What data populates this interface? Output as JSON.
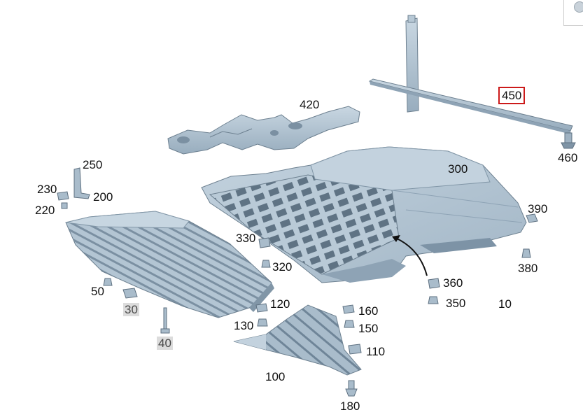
{
  "diagram": {
    "callouts": [
      {
        "id": "c450",
        "label": "450",
        "highlighted": true
      },
      {
        "id": "c460",
        "label": "460"
      },
      {
        "id": "c420",
        "label": "420"
      },
      {
        "id": "c300",
        "label": "300"
      },
      {
        "id": "c250",
        "label": "250"
      },
      {
        "id": "c230",
        "label": "230"
      },
      {
        "id": "c200",
        "label": "200"
      },
      {
        "id": "c220",
        "label": "220"
      },
      {
        "id": "c390",
        "label": "390"
      },
      {
        "id": "c330",
        "label": "330"
      },
      {
        "id": "c320",
        "label": "320"
      },
      {
        "id": "c380",
        "label": "380"
      },
      {
        "id": "c50",
        "label": "50"
      },
      {
        "id": "c30",
        "label": "30",
        "shaded": true
      },
      {
        "id": "c360",
        "label": "360"
      },
      {
        "id": "c350",
        "label": "350"
      },
      {
        "id": "c10",
        "label": "10"
      },
      {
        "id": "c120",
        "label": "120"
      },
      {
        "id": "c160",
        "label": "160"
      },
      {
        "id": "c130",
        "label": "130"
      },
      {
        "id": "c150",
        "label": "150"
      },
      {
        "id": "c40",
        "label": "40",
        "shaded": true
      },
      {
        "id": "c110",
        "label": "110"
      },
      {
        "id": "c100",
        "label": "100"
      },
      {
        "id": "c180",
        "label": "180"
      }
    ],
    "colors": {
      "part_fill": "#aabdcc",
      "part_light": "#c7d6e1",
      "part_dark": "#7f94a6",
      "part_edge": "#5e7080",
      "highlight_border": "#cc1a1a"
    }
  },
  "corner_thumbnail": {
    "icon": "magnifier-thumbnail-icon"
  }
}
